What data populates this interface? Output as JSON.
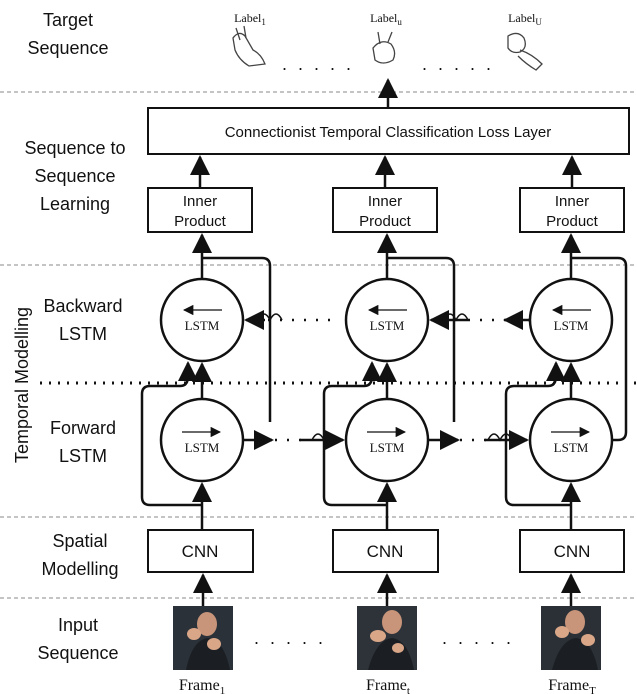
{
  "sections": {
    "target": [
      "Target",
      "Sequence"
    ],
    "seq2seq": [
      "Sequence to",
      "Sequence",
      "Learning"
    ],
    "temporal": "Temporal Modelling",
    "backward": [
      "Backward",
      "LSTM"
    ],
    "forward": [
      "Forward",
      "LSTM"
    ],
    "spatial": [
      "Spatial",
      "Modelling"
    ],
    "input": [
      "Input",
      "Sequence"
    ]
  },
  "ctc_label": "Connectionist Temporal Classification Loss Layer",
  "inner_product": [
    "Inner",
    "Product"
  ],
  "lstm_label": "LSTM",
  "cnn_label": "CNN",
  "dots": ". . . . .",
  "labels": [
    {
      "base": "Label",
      "sub": "1"
    },
    {
      "base": "Label",
      "sub": "u"
    },
    {
      "base": "Label",
      "sub": "U"
    }
  ],
  "frames": [
    {
      "base": "Frame",
      "sub": "1"
    },
    {
      "base": "Frame",
      "sub": "t"
    },
    {
      "base": "Frame",
      "sub": "T"
    }
  ]
}
